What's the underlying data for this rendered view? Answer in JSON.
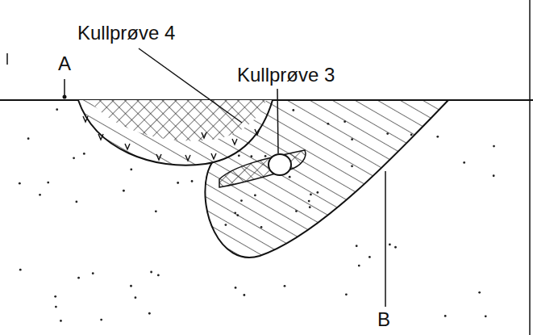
{
  "diagram": {
    "labels": [
      "Kullprøve 4",
      "Kullprøve 3",
      "A",
      "B"
    ]
  }
}
